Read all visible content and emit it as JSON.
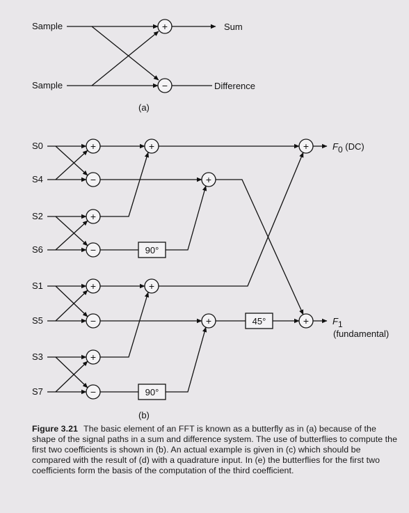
{
  "diagram_a": {
    "input_top": "Sample",
    "input_bottom": "Sample",
    "output_top": "Sum",
    "output_bottom": "Difference",
    "label": "(a)"
  },
  "diagram_b": {
    "inputs": [
      "S0",
      "S4",
      "S2",
      "S6",
      "S1",
      "S5",
      "S3",
      "S7"
    ],
    "phase_90_upper": "90°",
    "phase_90_lower": "90°",
    "phase_45": "45°",
    "output_f0_name": "F",
    "output_f0_sub": "0",
    "output_f0_note": " (DC)",
    "output_f1_name": "F",
    "output_f1_sub": "1",
    "output_f1_note": "(fundamental)",
    "label": "(b)"
  },
  "operators": {
    "plus": "+",
    "minus": "−"
  },
  "caption": {
    "figure": "Figure 3.21",
    "text": "The basic element of an FFT is known as a butterfly as in (a) because of the shape of the signal paths in a sum and difference system. The use of butterflies to compute the first two coefficients is shown in (b). An actual example is given in (c) which should be compared with the result of (d) with a quadrature input. In (e) the butterflies for the first two coefficients form the basis of the computation of the third coefficient."
  }
}
